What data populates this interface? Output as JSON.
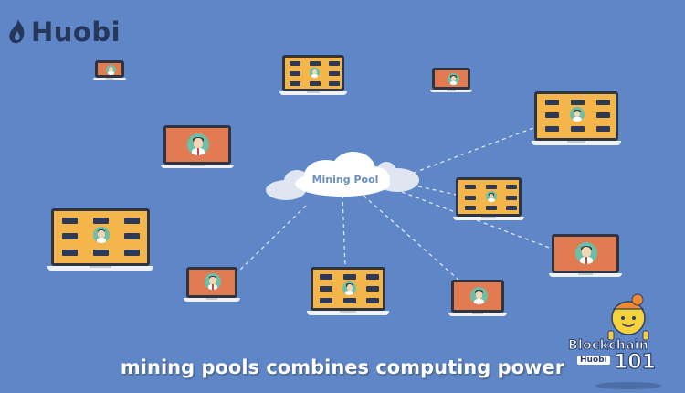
{
  "logo": {
    "text": "Huobi",
    "icon": "huobi-flame-icon"
  },
  "cloud": {
    "label": "Mining Pool",
    "icon": "cloud-icon"
  },
  "caption": "mining pools combines computing power",
  "badge": {
    "title": "Blockchain",
    "brand": "Huobi",
    "number": "101",
    "icon": "mascot-icon"
  },
  "colors": {
    "background": "#5f86c6",
    "screen_orange": "#e27a52",
    "screen_yellow": "#f4b64a",
    "logo": "#27375a"
  }
}
